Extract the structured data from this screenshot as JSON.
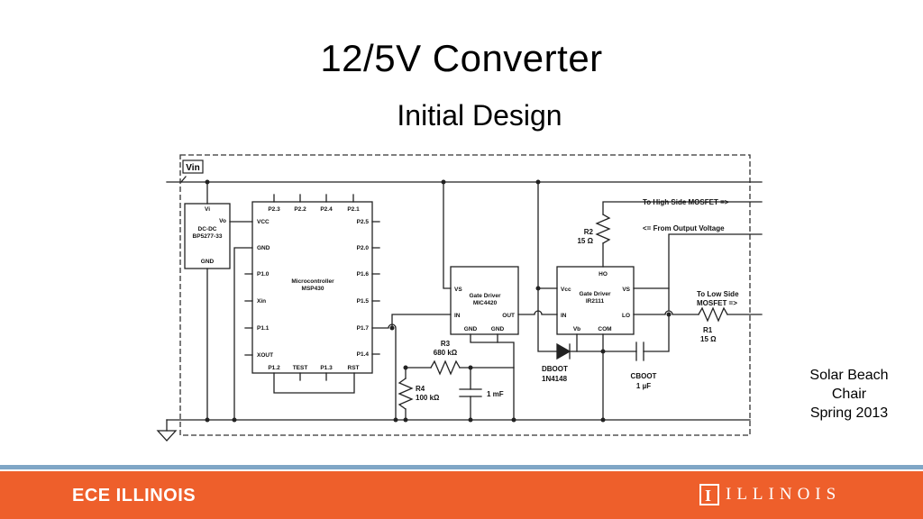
{
  "slide": {
    "title": "12/5V Converter",
    "subtitle": "Initial Design",
    "side_note": [
      "Solar Beach",
      "Chair",
      "Spring 2013"
    ]
  },
  "footer": {
    "left_brand": "ECE ILLINOIS",
    "right_brand": "ILLINOIS",
    "logo_letter": "I",
    "bar_color": "#ee5f2b",
    "strip_color": "#7fa6c6"
  },
  "schematic": {
    "vin_label": "Vin",
    "dcdc": {
      "pin_vi": "Vi",
      "pin_vo": "Vo",
      "name": "DC-DC",
      "part": "BP5277-33",
      "pin_gnd": "GND"
    },
    "mcu": {
      "name": "Microcontroller",
      "part": "MSP430",
      "top_pins": [
        "P2.3",
        "P2.2",
        "P2.4",
        "P2.1"
      ],
      "left_pins": [
        "VCC",
        "GND",
        "P1.0",
        "Xin",
        "P1.1",
        "XOUT"
      ],
      "right_pins": [
        "P2.5",
        "P2.0",
        "P1.6",
        "P1.5",
        "P1.7",
        "P1.4"
      ],
      "bottom_pins": [
        "P1.2",
        "TEST",
        "P1.3",
        "RST"
      ]
    },
    "mic4420": {
      "name": "Gate Driver",
      "part": "MIC4420",
      "pin_vs": "VS",
      "pin_in": "IN",
      "pin_out": "OUT",
      "pin_gnd1": "GND",
      "pin_gnd2": "GND"
    },
    "ir2111": {
      "name": "Gate Driver",
      "part": "IR2111",
      "pin_ho": "HO",
      "pin_vcc": "Vcc",
      "pin_vs": "VS",
      "pin_in": "IN",
      "pin_lo": "LO",
      "pin_vb": "Vb",
      "pin_com": "COM"
    },
    "r2": {
      "name": "R2",
      "value": "15 Ω"
    },
    "r1": {
      "name": "R1",
      "value": "15 Ω"
    },
    "r3": {
      "name": "R3",
      "value": "680 kΩ"
    },
    "r4": {
      "name": "R4",
      "value": "100 kΩ"
    },
    "c1": {
      "value": "1 mF"
    },
    "dboot": {
      "name": "DBOOT",
      "part": "1N4148"
    },
    "cboot": {
      "name": "CBOOT",
      "value": "1 µF"
    },
    "label_high_side": "To High Side MOSFET =>",
    "label_output_voltage": "<= From Output Voltage",
    "label_low_side_1": "To Low Side",
    "label_low_side_2": "MOSFET =>"
  }
}
